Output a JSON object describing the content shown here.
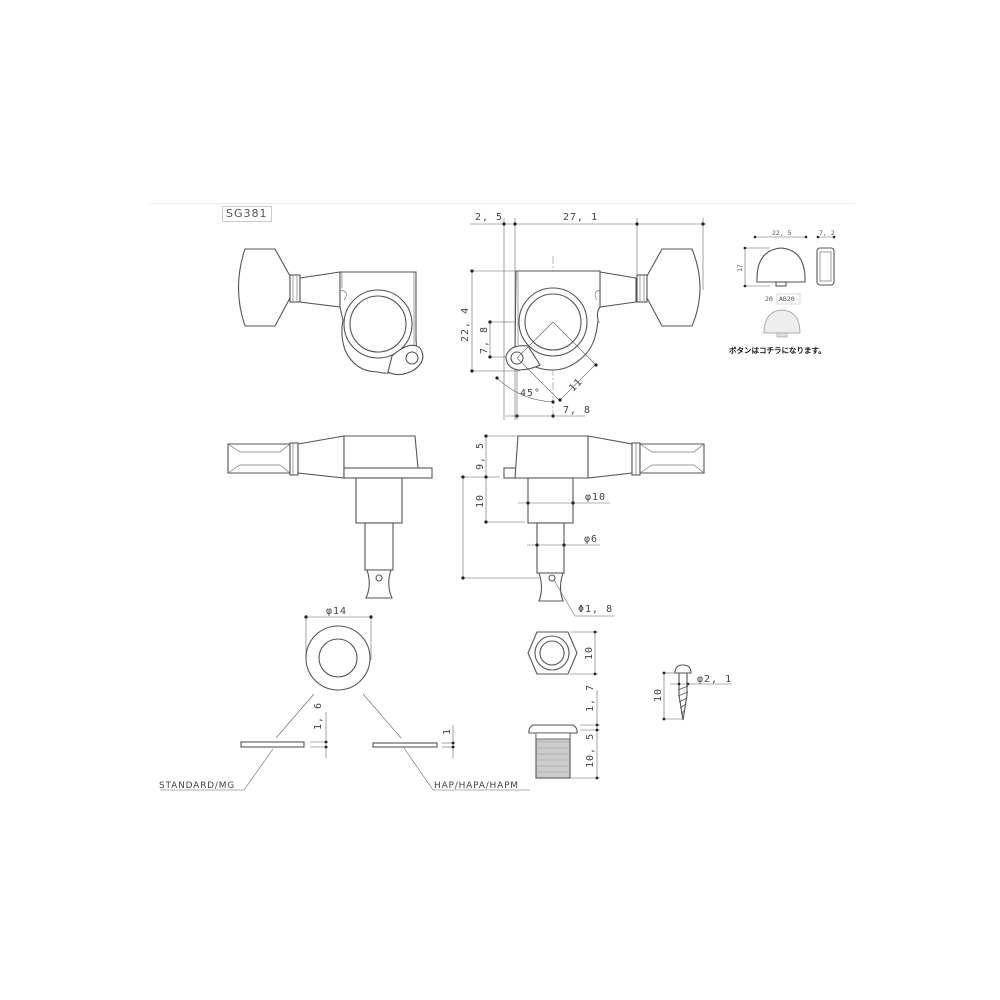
{
  "model": "SG381",
  "top_right_view": {
    "dim_offset": "2, 5",
    "dim_length": "27, 1",
    "dim_height": "22, 4",
    "dim_hole_v": "7, 8",
    "dim_hole_diag": "11",
    "dim_angle": "45°",
    "dim_hole_h": "7, 8"
  },
  "button_detail": {
    "dim_width": "22, 5",
    "dim_depth": "7, 2",
    "dim_height": "17",
    "label_size": "20",
    "label_type": "AB20",
    "note": "ボタンはコチラになります。"
  },
  "side_view": {
    "dim_housing_h": "9, 5",
    "dim_bushing_h": "10",
    "dim_post_dia": "φ10",
    "dim_shaft_dia": "φ6",
    "dim_hole_dia": "Φ1, 8"
  },
  "washer": {
    "dim_dia": "φ14",
    "dim_thick_std": "1, 6",
    "dim_thick_hap": "1",
    "label_std": "STANDARD/MG",
    "label_hap": "HAP/HAPA/HAPM"
  },
  "nut": {
    "dim_hex": "10",
    "dim_flange": "1, 7",
    "dim_thread": "10, 5"
  },
  "screw": {
    "dim_length": "10",
    "dim_dia": "φ2, 1"
  },
  "colors": {
    "line": "#555555",
    "background": "#ffffff"
  }
}
